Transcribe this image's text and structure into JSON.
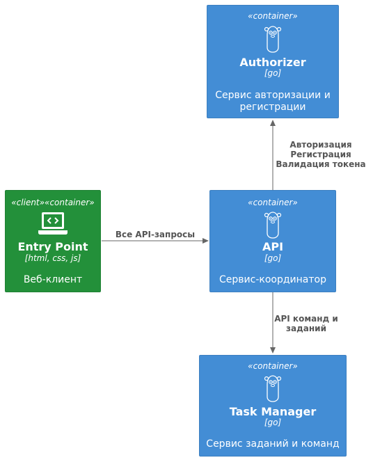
{
  "colors": {
    "container_fill": "#438dd5",
    "client_fill": "#23903a",
    "text": "#ffffff",
    "edge": "#666666",
    "edge_label": "#555555"
  },
  "nodes": {
    "authorizer": {
      "stereotype": "«container»",
      "icon": "gopher-icon",
      "title": "Authorizer",
      "tech": "[go]",
      "description": "Сервис авторизации и регистрации"
    },
    "entry": {
      "stereotype": "«client»«container»",
      "icon": "laptop-code-icon",
      "title": "Entry Point",
      "tech": "[html, css, js]",
      "description": "Веб-клиент"
    },
    "api": {
      "stereotype": "«container»",
      "icon": "gopher-icon",
      "title": "API",
      "tech": "[go]",
      "description": "Сервис-координатор"
    },
    "task_manager": {
      "stereotype": "«container»",
      "icon": "gopher-icon",
      "title": "Task Manager",
      "tech": "[go]",
      "description": "Сервис заданий и команд"
    }
  },
  "edges": {
    "api_to_auth": [
      "Авторизация",
      "Регистрация",
      "Валидация токена"
    ],
    "entry_to_api": [
      "Все API-запросы"
    ],
    "api_to_tasks": [
      "API команд и",
      "заданий"
    ]
  }
}
